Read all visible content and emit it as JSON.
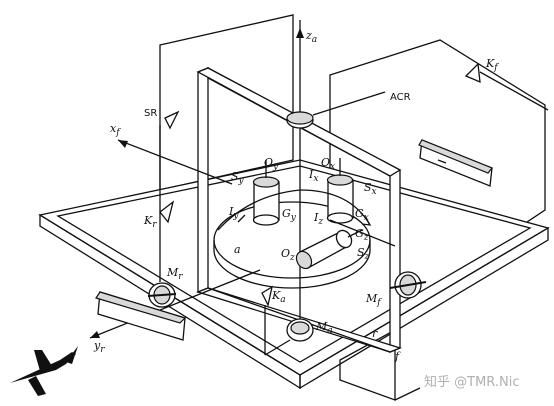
{
  "labels": {
    "za": "z",
    "za_sub": "a",
    "xf": "x",
    "xf_sub": "f",
    "yr": "y",
    "yr_sub": "r",
    "Kf": "K",
    "Kf_sub": "f",
    "Kr": "K",
    "Kr_sub": "r",
    "Ka": "K",
    "Ka_sub": "a",
    "SR": "SR",
    "ACR": "ACR",
    "Oy": "O",
    "Oy_sub": "y",
    "Ox": "O",
    "Ox_sub": "x",
    "Oz": "O",
    "Oz_sub": "z",
    "Sy": "S",
    "Sy_sub": "y",
    "Sx": "S",
    "Sx_sub": "x",
    "Sz": "S",
    "Sz_sub": "z",
    "Gy": "G",
    "Gy_sub": "y",
    "Gx": "G",
    "Gx_sub": "x",
    "Gz": "G",
    "Gz_sub": "z",
    "Iy": "I",
    "Iy_sub": "y",
    "Ix": "I",
    "Ix_sub": "x",
    "Iz": "I",
    "Iz_sub": "z",
    "Mr": "M",
    "Mr_sub": "r",
    "Mf": "M",
    "Mf_sub": "f",
    "Ma": "M",
    "Ma_sub": "a",
    "a": "a",
    "r": "r",
    "f": "f"
  },
  "watermark": "知乎 @TMR.Nic"
}
